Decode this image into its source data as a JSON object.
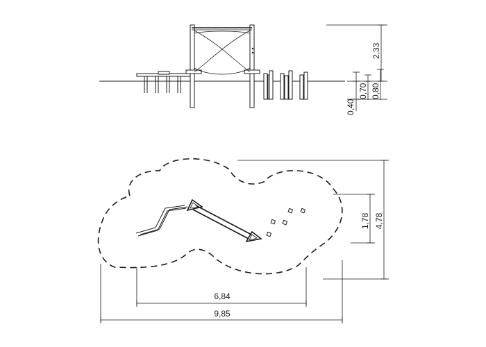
{
  "elevation_view": {
    "dimensions": {
      "total_height": "2,33",
      "platform_height_a": "0,70",
      "platform_height_b": "0,80",
      "foundation_depth": "0,40"
    }
  },
  "plan_view": {
    "dimensions": {
      "equipment_width": "1,78",
      "safety_area_width": "4,78",
      "equipment_length": "6,84",
      "safety_area_length": "9,85"
    }
  }
}
